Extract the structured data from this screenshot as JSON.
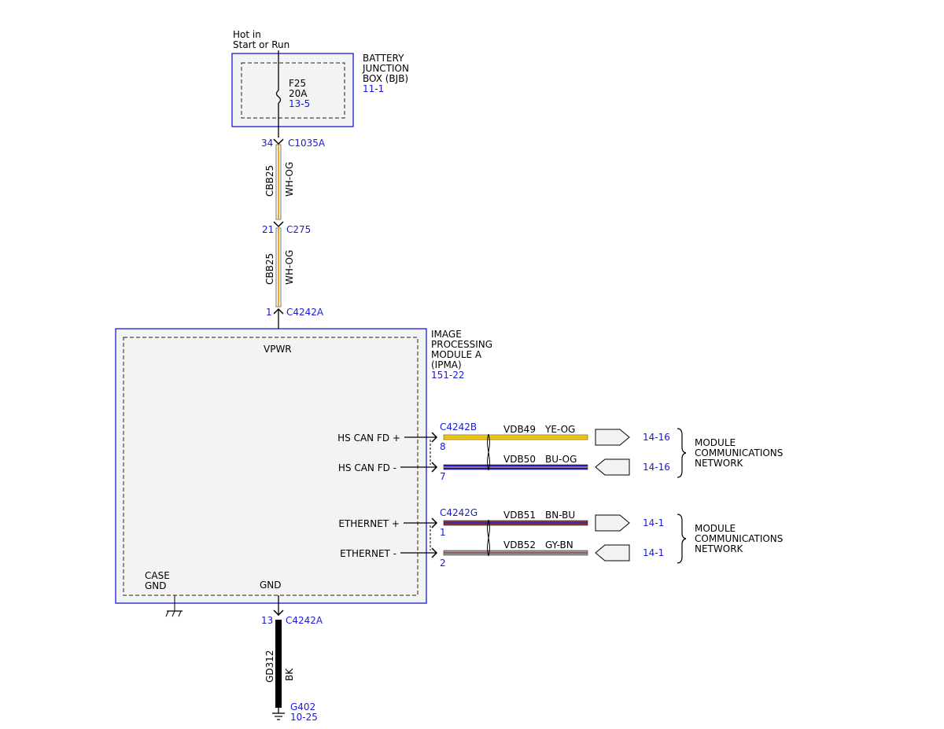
{
  "supply": {
    "line1": "Hot in",
    "line2": "Start or Run"
  },
  "bjb": {
    "name_lines": [
      "BATTERY",
      "JUNCTION",
      "BOX (BJB)"
    ],
    "ref": "11-1",
    "fuse_id": "F25",
    "fuse_rating": "20A",
    "fuse_ref": "13-5"
  },
  "c1035a": {
    "pin": "34",
    "name": "C1035A"
  },
  "wire1": {
    "circuit": "CBB25",
    "color": "WH-OG"
  },
  "c275": {
    "pin": "21",
    "name": "C275"
  },
  "wire2": {
    "circuit": "CBB25",
    "color": "WH-OG"
  },
  "c4242a_top": {
    "pin": "1",
    "name": "C4242A"
  },
  "ipma": {
    "name_lines": [
      "IMAGE",
      "PROCESSING",
      "MODULE A",
      "(IPMA)"
    ],
    "ref": "151-22",
    "vpwr": "VPWR",
    "case_gnd_1": "CASE",
    "case_gnd_2": "GND",
    "gnd": "GND"
  },
  "can": {
    "connector": "C4242B",
    "plus": {
      "label": "HS CAN FD +",
      "pin": "8",
      "circuit": "VDB49",
      "color": "YE-OG",
      "ref": "14-16"
    },
    "minus": {
      "label": "HS CAN FD -",
      "pin": "7",
      "circuit": "VDB50",
      "color": "BU-OG",
      "ref": "14-16"
    },
    "network_lines": [
      "MODULE",
      "COMMUNICATIONS",
      "NETWORK"
    ]
  },
  "eth": {
    "connector": "C4242G",
    "plus": {
      "label": "ETHERNET +",
      "pin": "1",
      "circuit": "VDB51",
      "color": "BN-BU",
      "ref": "14-1"
    },
    "minus": {
      "label": "ETHERNET -",
      "pin": "2",
      "circuit": "VDB52",
      "color": "GY-BN",
      "ref": "14-1"
    },
    "network_lines": [
      "MODULE",
      "COMMUNICATIONS",
      "NETWORK"
    ]
  },
  "c4242a_bottom": {
    "pin": "13",
    "name": "C4242A"
  },
  "gnd_wire": {
    "circuit": "GD312",
    "color": "BK"
  },
  "ground": {
    "name": "G402",
    "ref": "10-25"
  },
  "colors": {
    "reference_blue": "#1a1ad6",
    "module_fill": "#f3f3f3"
  }
}
